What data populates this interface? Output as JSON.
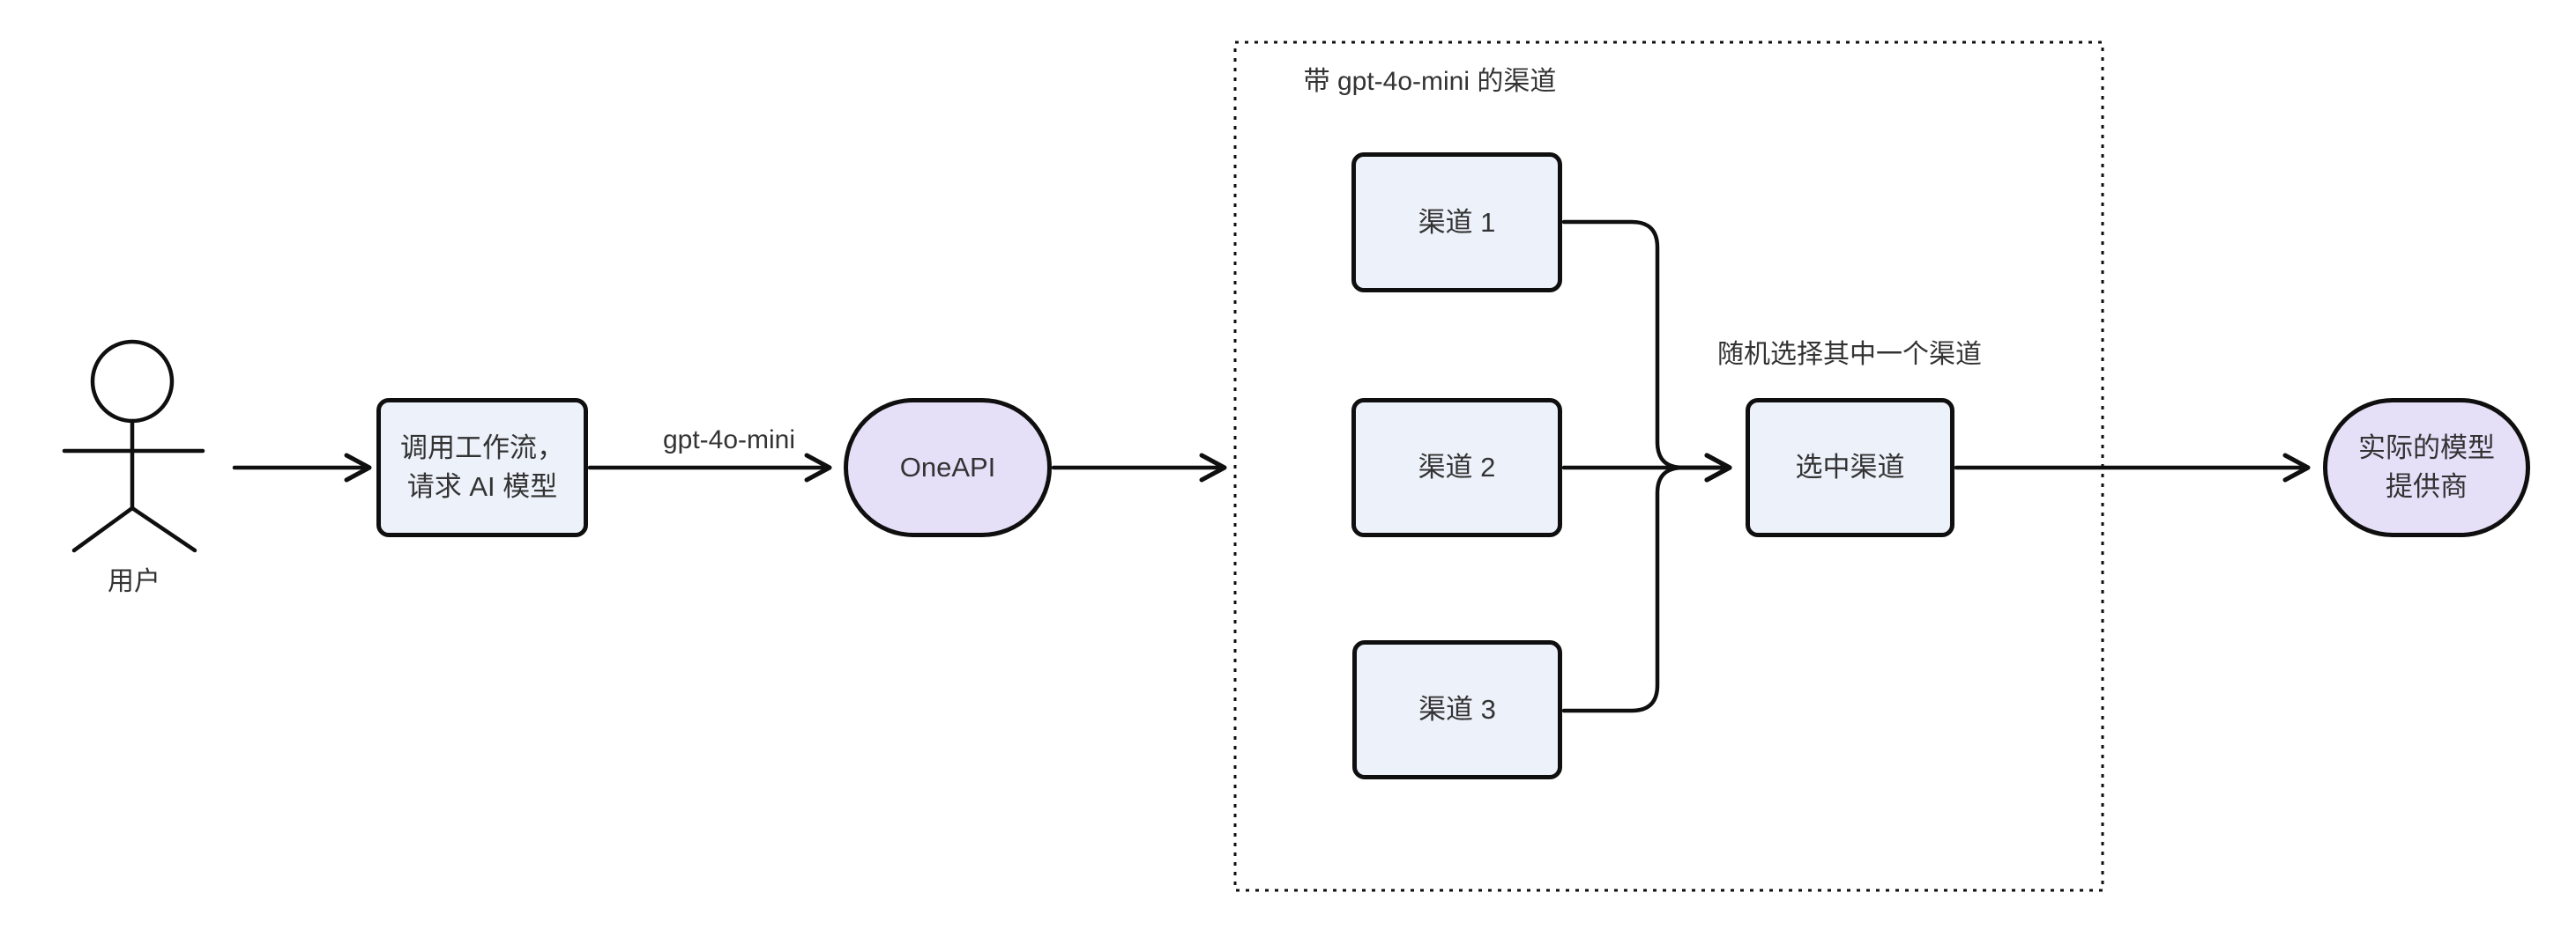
{
  "diagram": {
    "type": "flowchart",
    "actor": {
      "label": "用户"
    },
    "nodes": {
      "workflow": {
        "label": "调用工作流，请求 AI 模型",
        "shape": "rounded-rect"
      },
      "oneapi": {
        "label": "OneAPI",
        "shape": "stadium"
      },
      "channel1": {
        "label": "渠道 1",
        "shape": "rounded-rect"
      },
      "channel2": {
        "label": "渠道 2",
        "shape": "rounded-rect"
      },
      "channel3": {
        "label": "渠道 3",
        "shape": "rounded-rect"
      },
      "selected": {
        "label": "选中渠道",
        "shape": "rounded-rect"
      },
      "provider": {
        "label": "实际的模型提供商",
        "shape": "stadium"
      }
    },
    "subgraph": {
      "label": "带 gpt-4o-mini 的渠道",
      "border_style": "dotted"
    },
    "edge_labels": {
      "model": "gpt-4o-mini"
    },
    "annotations": {
      "random_select": "随机选择其中一个渠道"
    },
    "colors": {
      "background": "#ffffff",
      "line": "#0f0f0f",
      "text": "#333333",
      "rect_fill": "#ecf1fa",
      "stadium_fill": "#e6dff8"
    }
  }
}
